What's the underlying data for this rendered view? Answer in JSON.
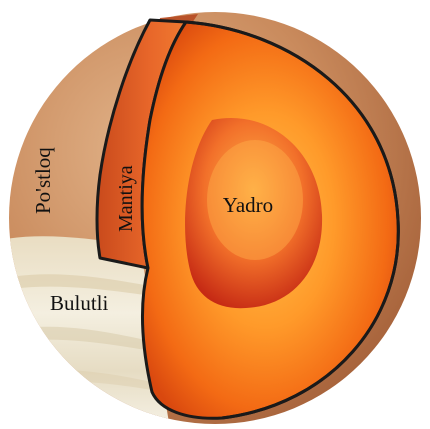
{
  "diagram": {
    "labels": {
      "crust": "Po'stloq",
      "mantle": "Mantiya",
      "core": "Yadro",
      "clouds": "Bulutli"
    },
    "colors": {
      "crust": "#d39a6e",
      "crust_dark": "#a8643c",
      "clouds": "#efe7d2",
      "mantle": "#e2622a",
      "cut_face_outer": "#f06a12",
      "cut_face_inner": "#ffb13a",
      "core": "#e83a18",
      "core_highlight": "#ffa640",
      "outline": "#1a1a1a"
    }
  }
}
